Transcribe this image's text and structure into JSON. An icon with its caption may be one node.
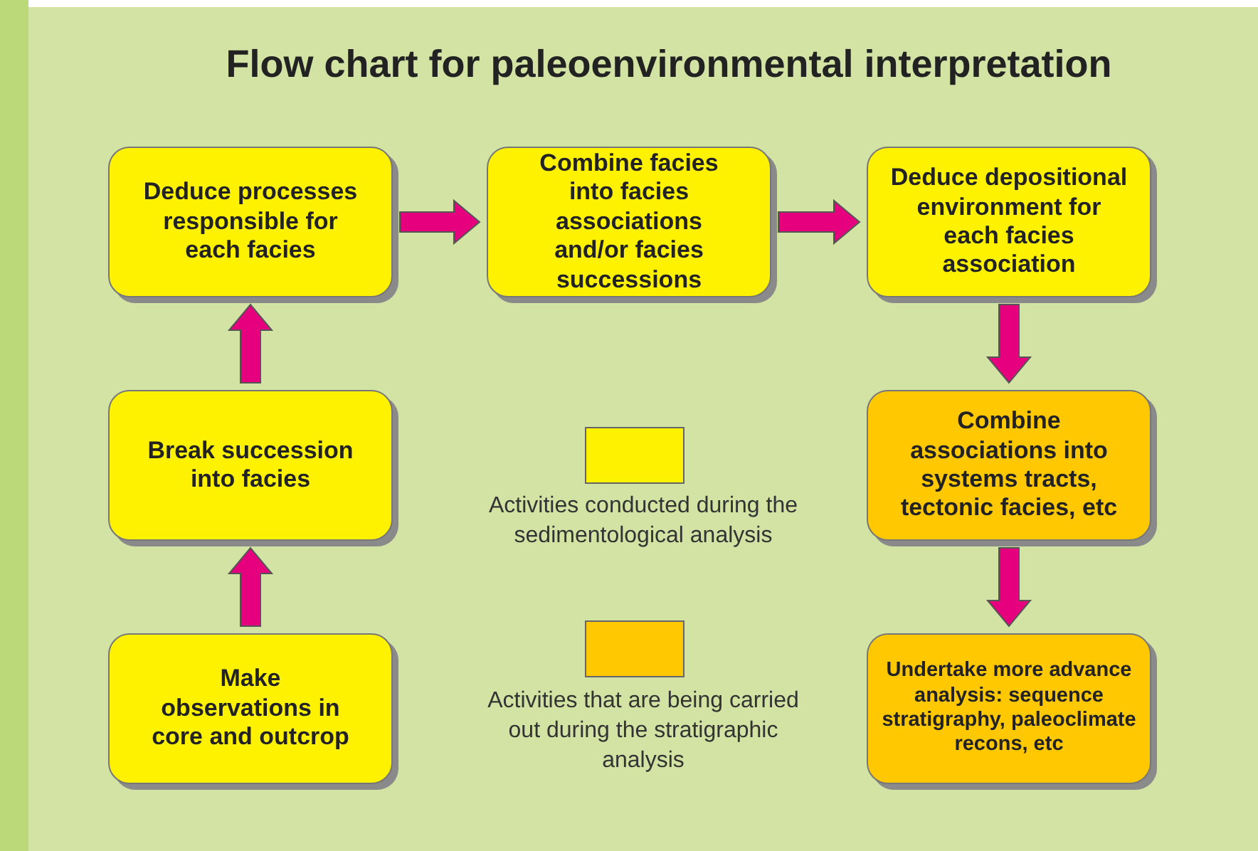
{
  "diagram": {
    "title": "Flow chart for paleoenvironmental interpretation",
    "nodes": [
      {
        "text": [
          "Deduce processes responsible for each facies"
        ]
      },
      {
        "text": [
          "Combine facies into facies associations and/or facies successions"
        ]
      },
      {
        "text": [
          "Deduce depositional environment for each facies association"
        ]
      },
      {
        "text": [
          "Break succession into facies"
        ]
      },
      {
        "text": [
          "Combine associations into systems tracts, tectonic facies, etc"
        ]
      },
      {
        "text": [
          "Make observations in core and outcrop"
        ]
      },
      {
        "text": [
          "Undertake more advance analysis: sequence stratigraphy, paleoclimate recons, etc"
        ]
      }
    ],
    "edges": [
      {
        "from": 5,
        "to": 3,
        "arrow": "to",
        "style": "thick"
      },
      {
        "from": 3,
        "to": 0,
        "arrow": "to",
        "style": "thick"
      },
      {
        "from": 0,
        "to": 1,
        "arrow": "to",
        "style": "thick"
      },
      {
        "from": 1,
        "to": 2,
        "arrow": "to",
        "style": "thick"
      },
      {
        "from": 2,
        "to": 4,
        "arrow": "to",
        "style": "thick"
      },
      {
        "from": 4,
        "to": 6,
        "arrow": "to",
        "style": "thick"
      }
    ],
    "legend": [
      {
        "text": "Activities conducted during the sedimentological analysis",
        "color": "#fff200"
      },
      {
        "text": "Activities that are being carried out during the stratigraphic analysis",
        "color": "#ffc800"
      }
    ]
  }
}
